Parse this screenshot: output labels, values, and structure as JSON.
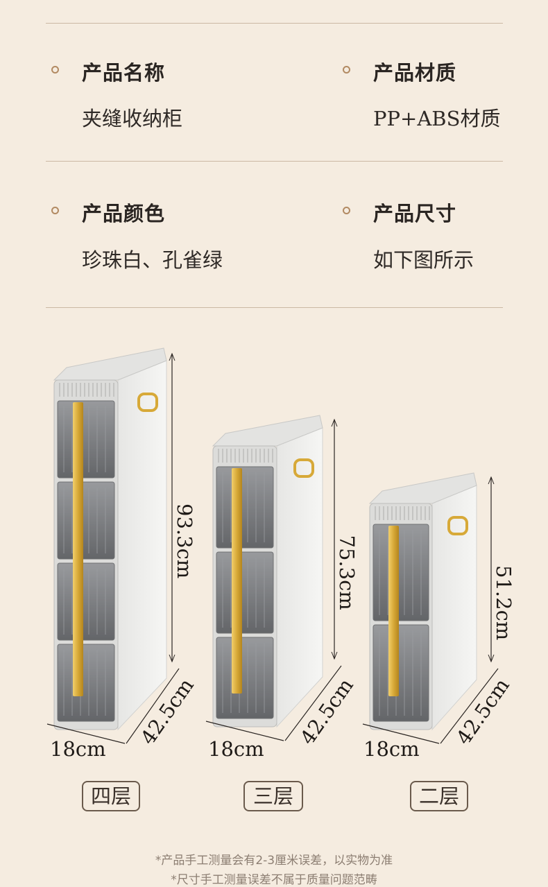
{
  "specs": {
    "name": {
      "label": "产品名称",
      "value": "夹缝收纳柜"
    },
    "material": {
      "label": "产品材质",
      "value": "PP+ABS材质"
    },
    "color": {
      "label": "产品颜色",
      "value": "珍珠白、孔雀绿"
    },
    "size": {
      "label": "产品尺寸",
      "value": "如下图所示"
    }
  },
  "cabinets": [
    {
      "tier": "四层",
      "height": "93.3cm",
      "depth": "42.5cm",
      "width": "18cm",
      "drawers": 4
    },
    {
      "tier": "三层",
      "height": "75.3cm",
      "depth": "42.5cm",
      "width": "18cm",
      "drawers": 3
    },
    {
      "tier": "二层",
      "height": "51.2cm",
      "depth": "42.5cm",
      "width": "18cm",
      "drawers": 2
    }
  ],
  "notes": [
    "*产品手工测量会有2-3厘米误差，以实物为准",
    "*尺寸手工测量误差不属于质量问题范畴"
  ],
  "colors": {
    "background": "#f5ece0",
    "accent": "#b28a62",
    "gold": "#d7a938",
    "body": "#eeeeec",
    "smoke": "#6b6d70"
  }
}
